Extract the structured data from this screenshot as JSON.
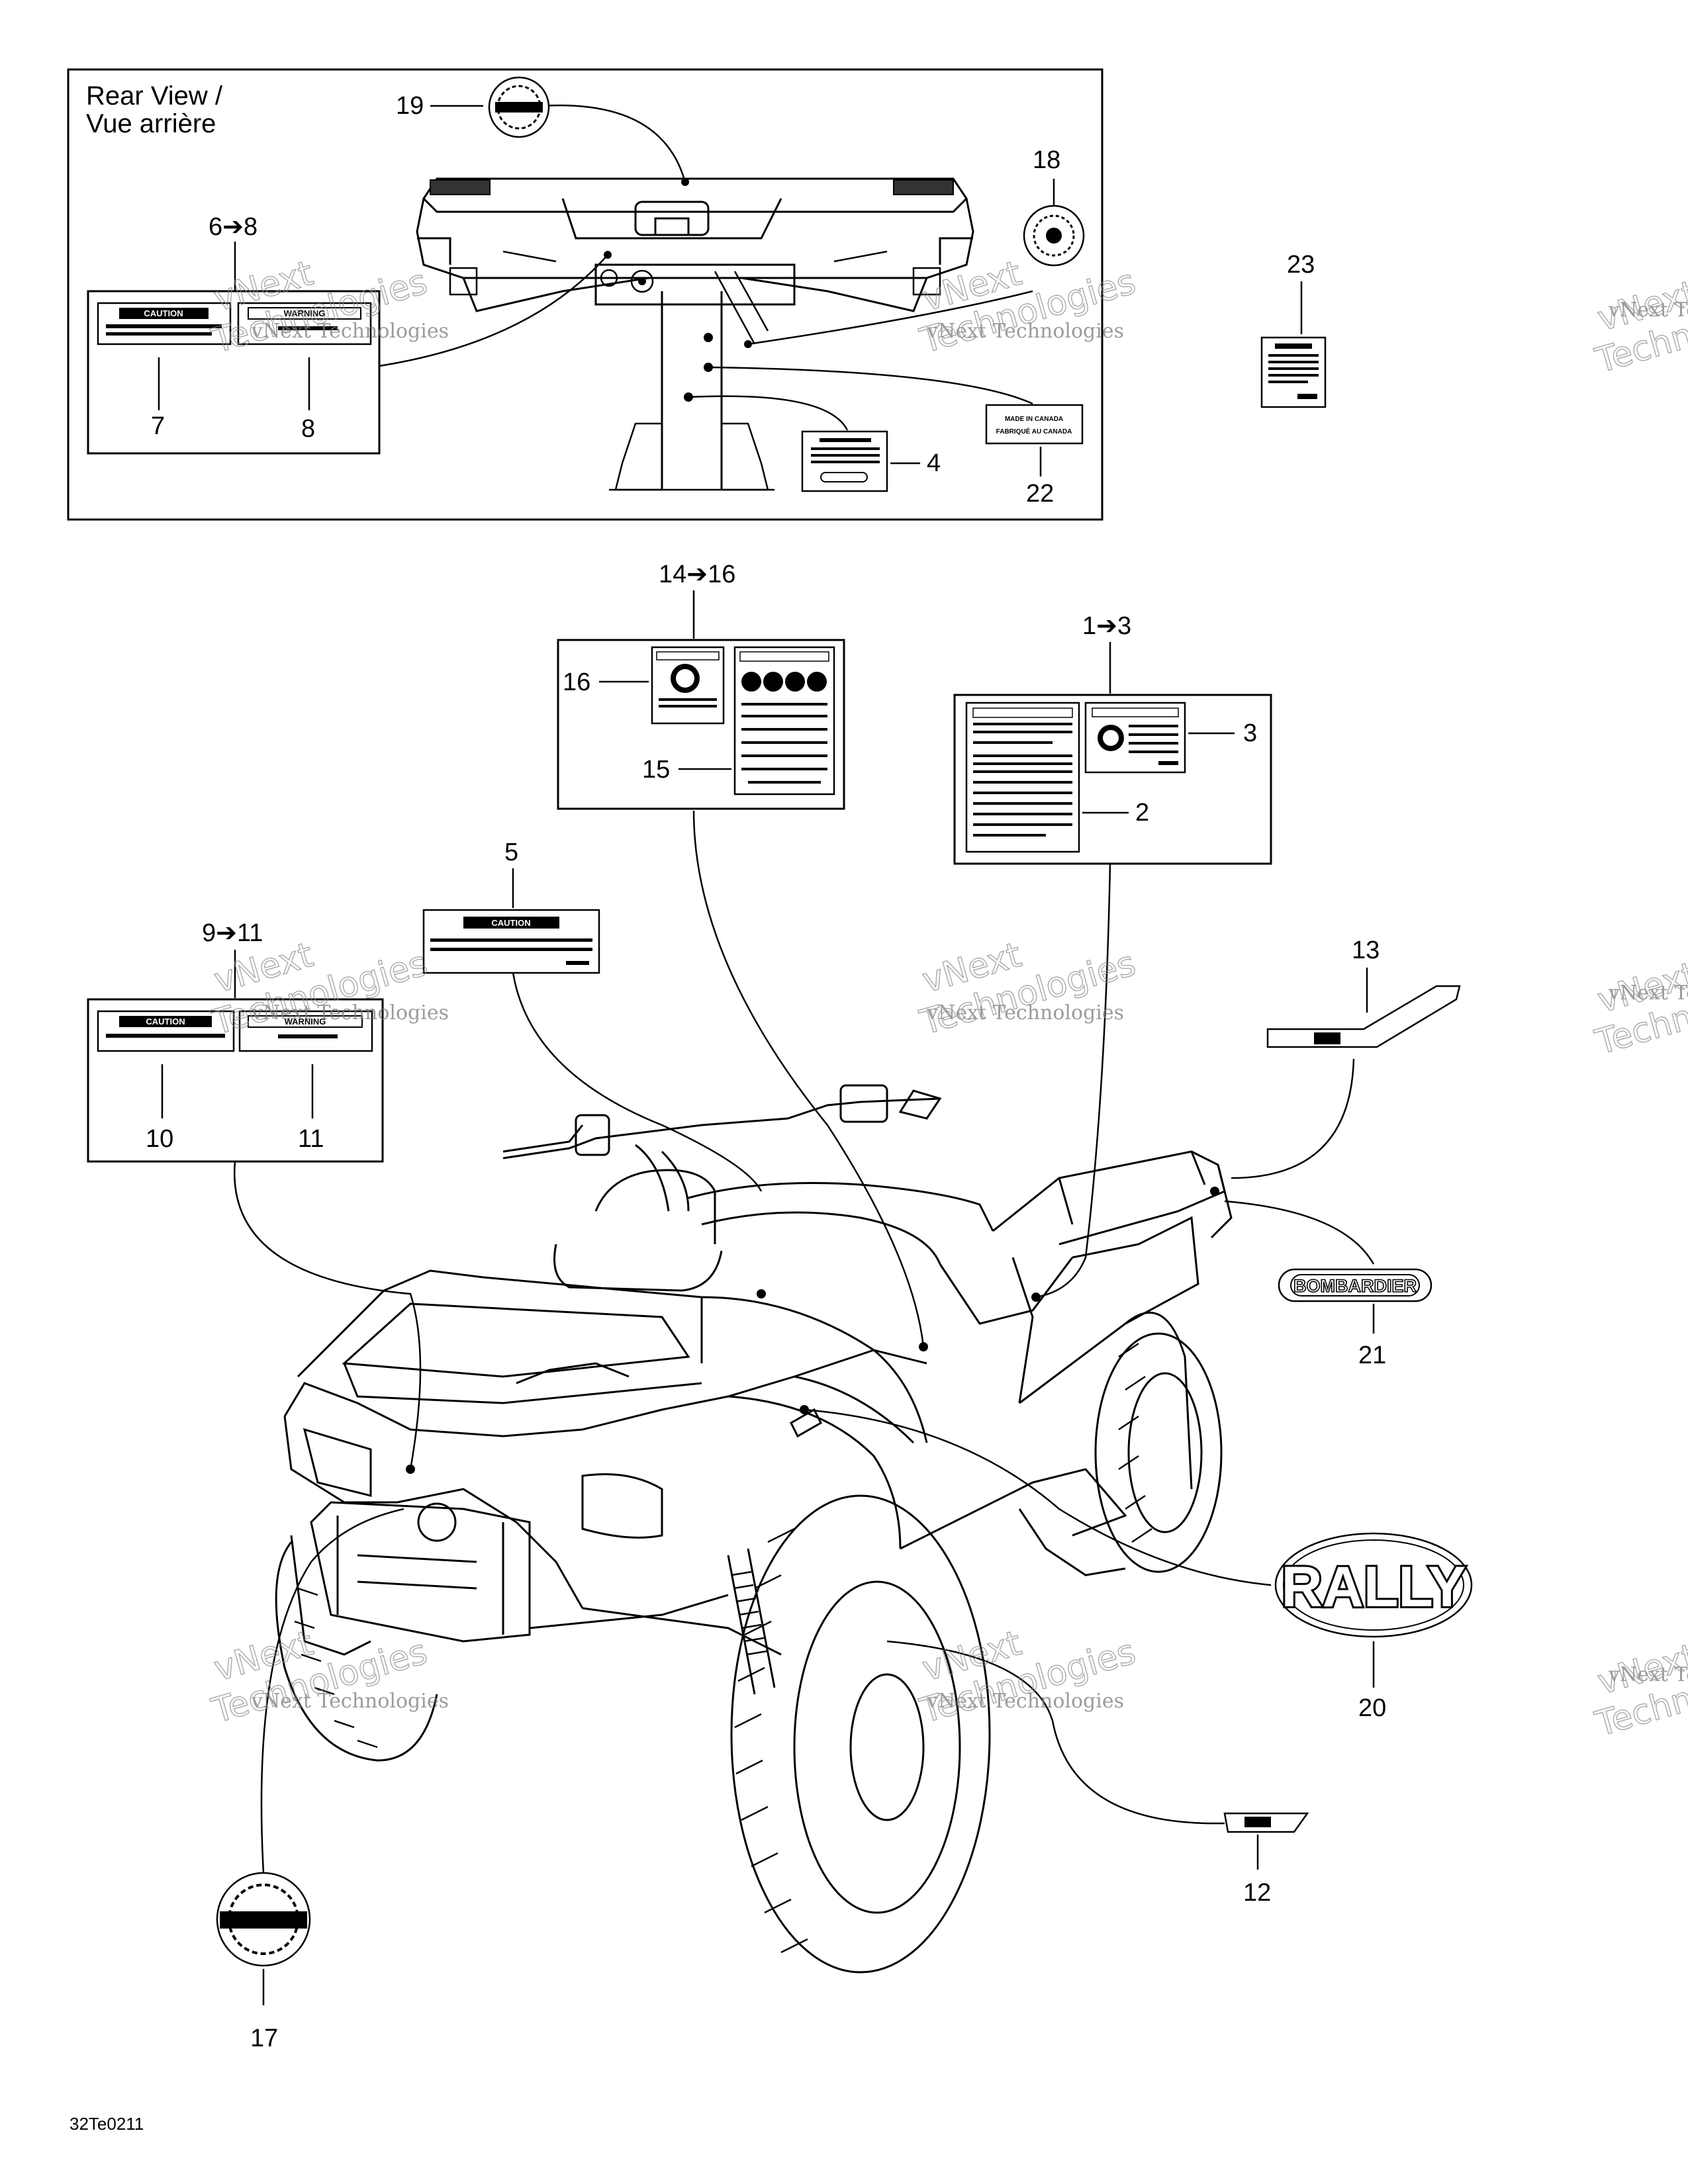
{
  "rear_view": {
    "title_en": "Rear View /",
    "title_fr": "Vue arrière"
  },
  "callouts": {
    "c1": "1➔3",
    "c2": "2",
    "c3": "3",
    "c4": "4",
    "c5": "5",
    "c6": "6➔8",
    "c7": "7",
    "c8": "8",
    "c9": "9➔11",
    "c10": "10",
    "c11": "11",
    "c12": "12",
    "c13": "13",
    "c14": "14➔16",
    "c15": "15",
    "c16": "16",
    "c17": "17",
    "c18": "18",
    "c19": "19",
    "c20": "20",
    "c21": "21",
    "c22": "22",
    "c23": "23"
  },
  "decals": {
    "caution": "CAUTION",
    "warning": "WARNING",
    "made_in_canada_en": "MADE IN CANADA",
    "made_in_canada_fr": "FABRIQUÉ AU CANADA",
    "bombardier": "BOMBARDIER",
    "rally": "RALLY"
  },
  "watermark": {
    "line1": "vNext Technologies",
    "big1": "vNext",
    "big2": "Technologies"
  },
  "footer_code": "32Te0211"
}
